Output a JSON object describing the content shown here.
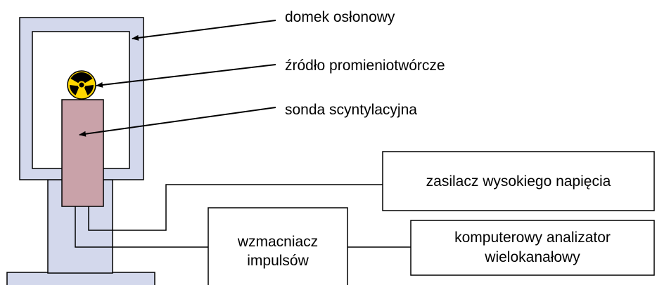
{
  "labels": {
    "shield_house": "domek osłonowy",
    "source": "źródło promieniotwórcze",
    "probe": "sonda scyntylacyjna"
  },
  "boxes": {
    "hv_supply": "zasilacz wysokiego napięcia",
    "amplifier_line1": "wzmacniacz",
    "amplifier_line2": "impulsów",
    "analyzer_line1": "komputerowy analizator",
    "analyzer_line2": "wielokanałowy"
  },
  "colors": {
    "shield": "#d3d8ec",
    "probe": "#c9a2a9",
    "radiation_yellow": "#ffd700",
    "stroke": "#000000"
  },
  "icons": {
    "source": "radiation-trefoil-icon"
  }
}
